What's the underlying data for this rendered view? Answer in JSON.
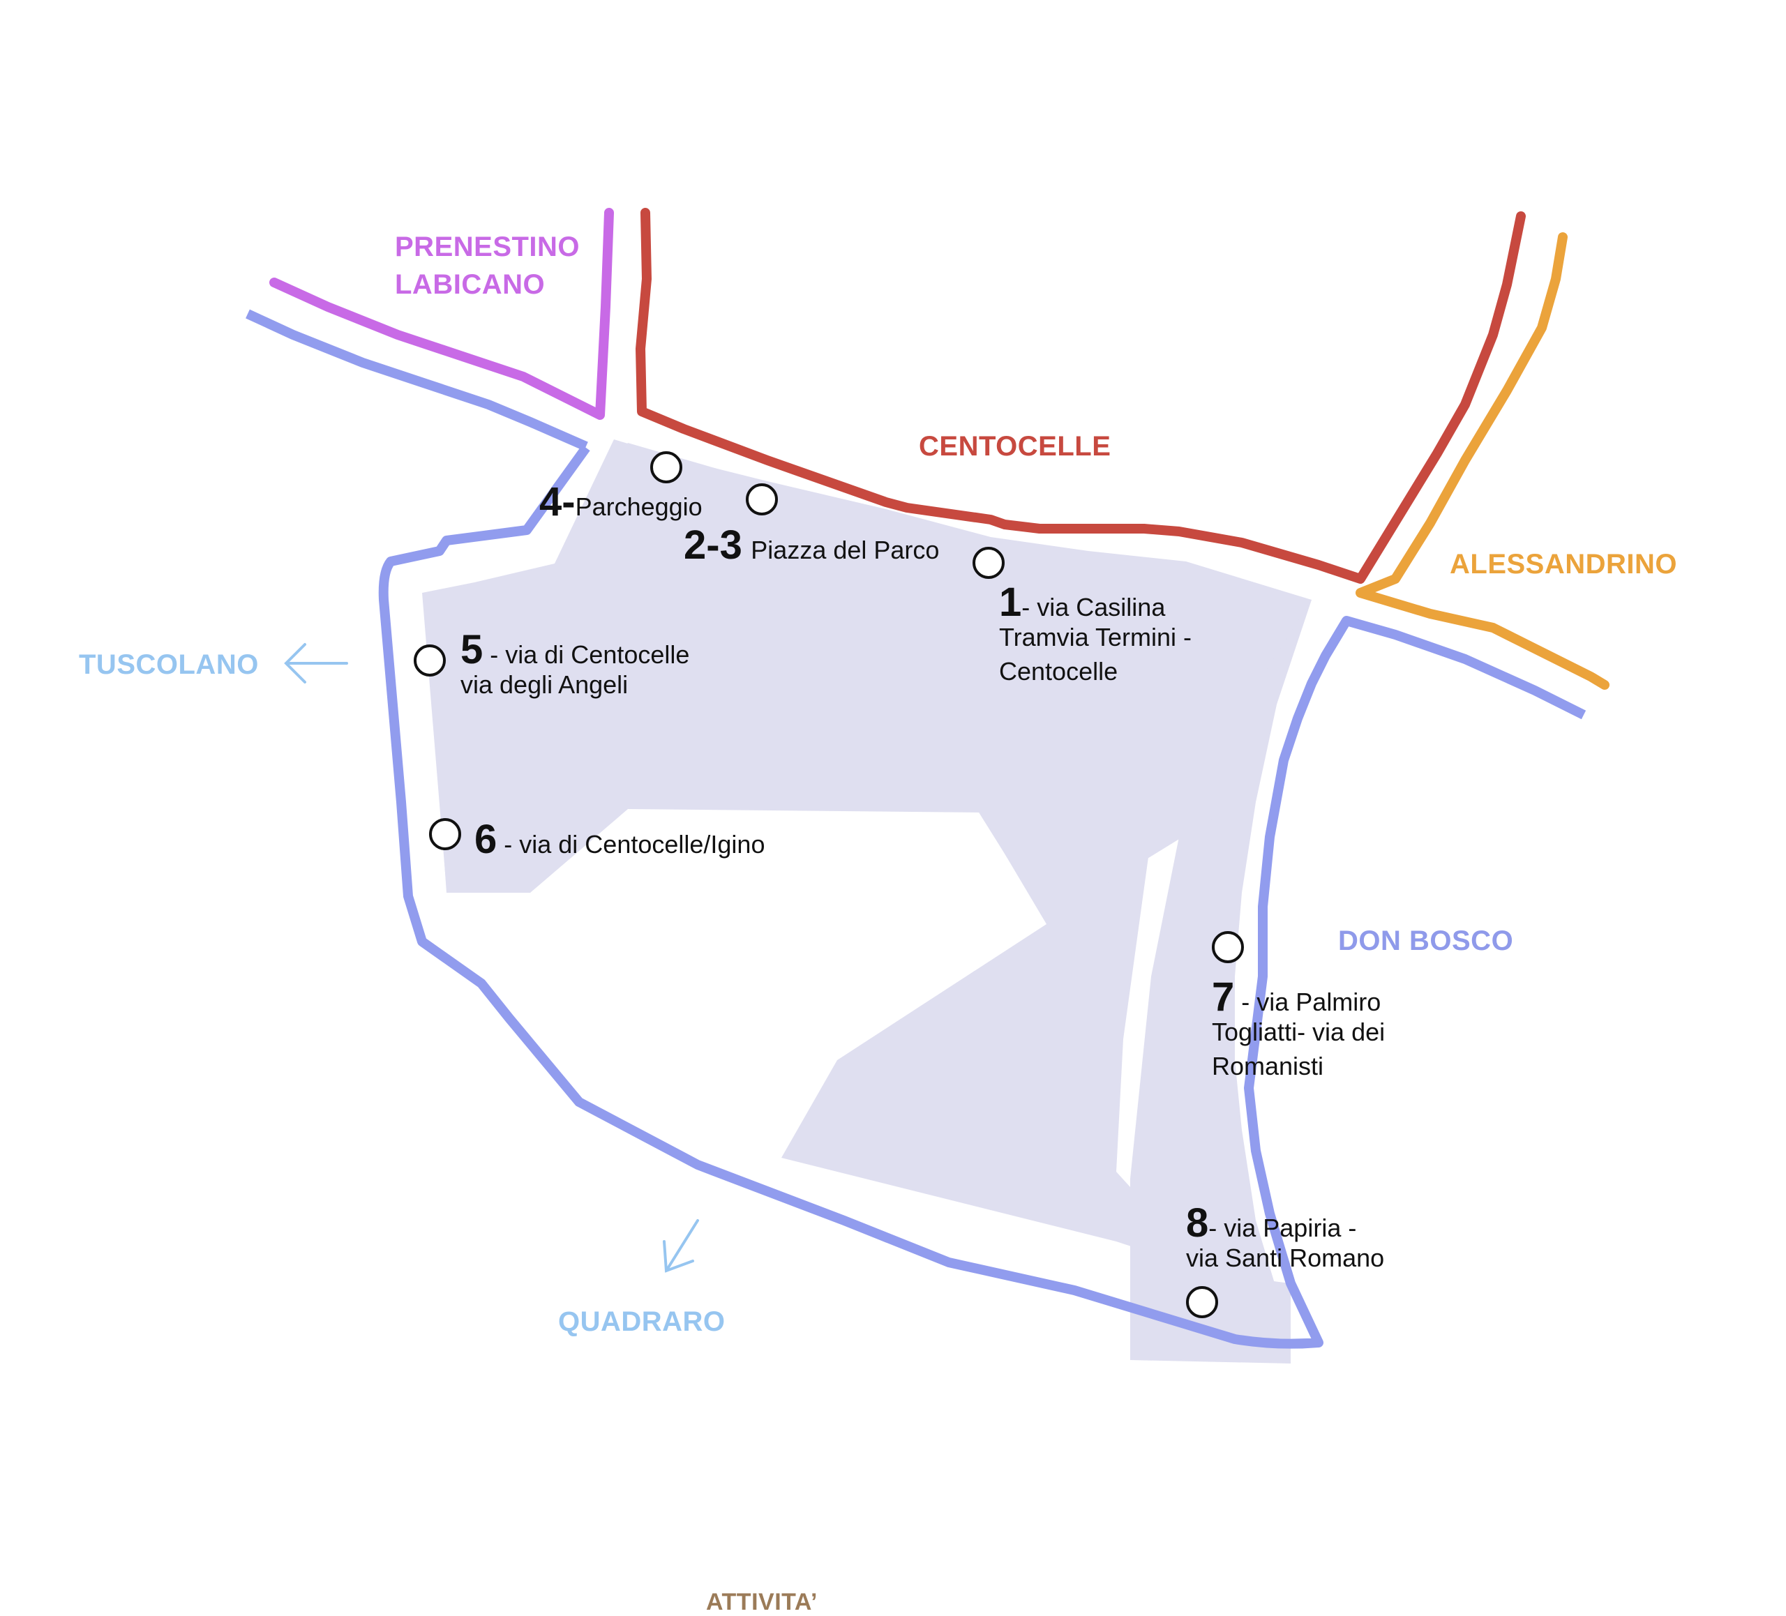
{
  "colors": {
    "area_fill": "#dfdff0",
    "boundary_blue": "#919cee",
    "prenestino": "#c86ae6",
    "centocelle": "#c7493f",
    "alessandrino": "#eba33b",
    "tuscolano": "#96c5f0",
    "don_bosco": "#8f9aea",
    "attivita": "#9b7b58",
    "marker_stroke": "#111111",
    "text": "#111111"
  },
  "districts": {
    "prenestino_line1": "PRENESTINO",
    "prenestino_line2": "LABICANO",
    "centocelle": "CENTOCELLE",
    "alessandrino": "ALESSANDRINO",
    "tuscolano": "TUSCOLANO",
    "don_bosco": "DON BOSCO",
    "quadraro": "QUADRARO"
  },
  "stops": {
    "s4": {
      "num": "4-",
      "text": "Parcheggio"
    },
    "s23": {
      "num": "2-3",
      "text": "Piazza del Parco"
    },
    "s1": {
      "num": "1",
      "line1": "- via Casilina",
      "line2": "Tramvia Termini -",
      "line3": "Centocelle"
    },
    "s5": {
      "num": "5",
      "line1": " - via di Centocelle",
      "line2": "via degli Angeli"
    },
    "s6": {
      "num": "6",
      "text": " - via di Centocelle/Igino"
    },
    "s7": {
      "num": "7",
      "line1": " - via Palmiro",
      "line2": "Togliatti- via dei",
      "line3": "Romanisti"
    },
    "s8": {
      "num": "8",
      "line1": "- via Papiria -",
      "line2": "via Santi Romano"
    }
  },
  "footer_label": "ATTIVITA’",
  "arrow_icons": [
    "arrow-left-icon",
    "arrow-down-left-icon"
  ]
}
